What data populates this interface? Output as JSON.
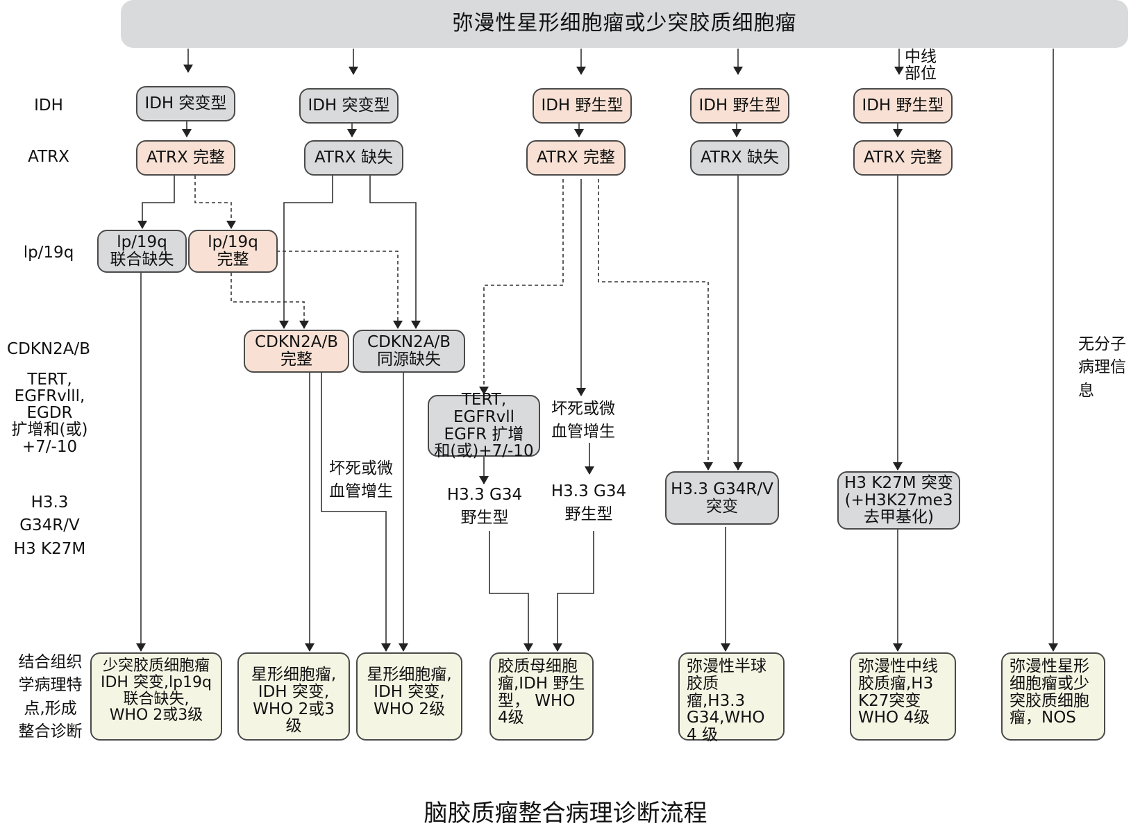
{
  "title": "弥漫性星形细胞瘤或少突胶质细胞瘤",
  "caption": "脑胶质瘤整合病理诊断流程",
  "row_labels": {
    "idh": "IDH",
    "atrx": "ATRX",
    "codel": "lp/19q",
    "cdkn": "CDKN2A/B",
    "tert": "TERT,\nEGFRvlll,\nEGDR\n扩增和(或)\n+7/-10",
    "h3": "H3.3 G34R/V\nH3 K27M",
    "integrated": "结合组织\n学病理特\n点,形成\n整合诊断"
  },
  "nodes": {
    "idh_mut_1": "IDH 突变型",
    "idh_mut_2": "IDH 突变型",
    "idh_wt_1": "IDH 野生型",
    "idh_wt_2": "IDH 野生型",
    "idh_wt_3": "IDH 野生型",
    "atrx_intact_1": "ATRX 完整",
    "atrx_loss_1": "ATRX 缺失",
    "atrx_intact_2": "ATRX 完整",
    "atrx_loss_2": "ATRX 缺失",
    "atrx_intact_3": "ATRX 完整",
    "codel": "lp/19q\n联合缺失",
    "intact_1p19q": "lp/19q\n完整",
    "cdkn_intact": "CDKN2A/B\n完整",
    "cdkn_loss": "CDKN2A/B\n同源缺失",
    "tert_box": "TERT, EGFRvll\nEGFR 扩增\n和(或)+7/-10",
    "h33_mut": "H3.3 G34R/V\n突变",
    "h3k27m": "H3 K27M 突变\n(+H3K27me3\n去甲基化)"
  },
  "labels": {
    "midline": "中线\n部位",
    "no_molecular": "无分子\n病理信息",
    "necrosis_1": "坏死或微\n血管增生",
    "necrosis_2": "坏死或微\n血管增生",
    "h33_wt_1": "H3.3 G34\n野生型",
    "h33_wt_2": "H3.3 G34\n野生型"
  },
  "results": {
    "r1": "少突胶质细胞瘤\nIDH 突变,lp19q\n联合缺失,\nWHO 2或3级",
    "r2": "星形细胞瘤,\nIDH 突变,\nWHO 2或3级",
    "r3": "星形细胞瘤,\nIDH 突变,\nWHO 2级",
    "r4": "胶质母细胞\n瘤,IDH 野生\n型， WHO\n4级",
    "r5": "弥漫性半球\n胶质瘤,H3.3\nG34,WHO\n4 级",
    "r6": "弥漫性中线\n胶质瘤,H3\nK27突变\nWHO 4级",
    "r7": "弥漫性星形\n细胞瘤或少\n突胶质细胞\n瘤，NOS"
  },
  "colors": {
    "gray_box": "#d9dadb",
    "peach_box": "#f8e1d4",
    "result_box": "#f4f5e3",
    "line": "#333333"
  }
}
